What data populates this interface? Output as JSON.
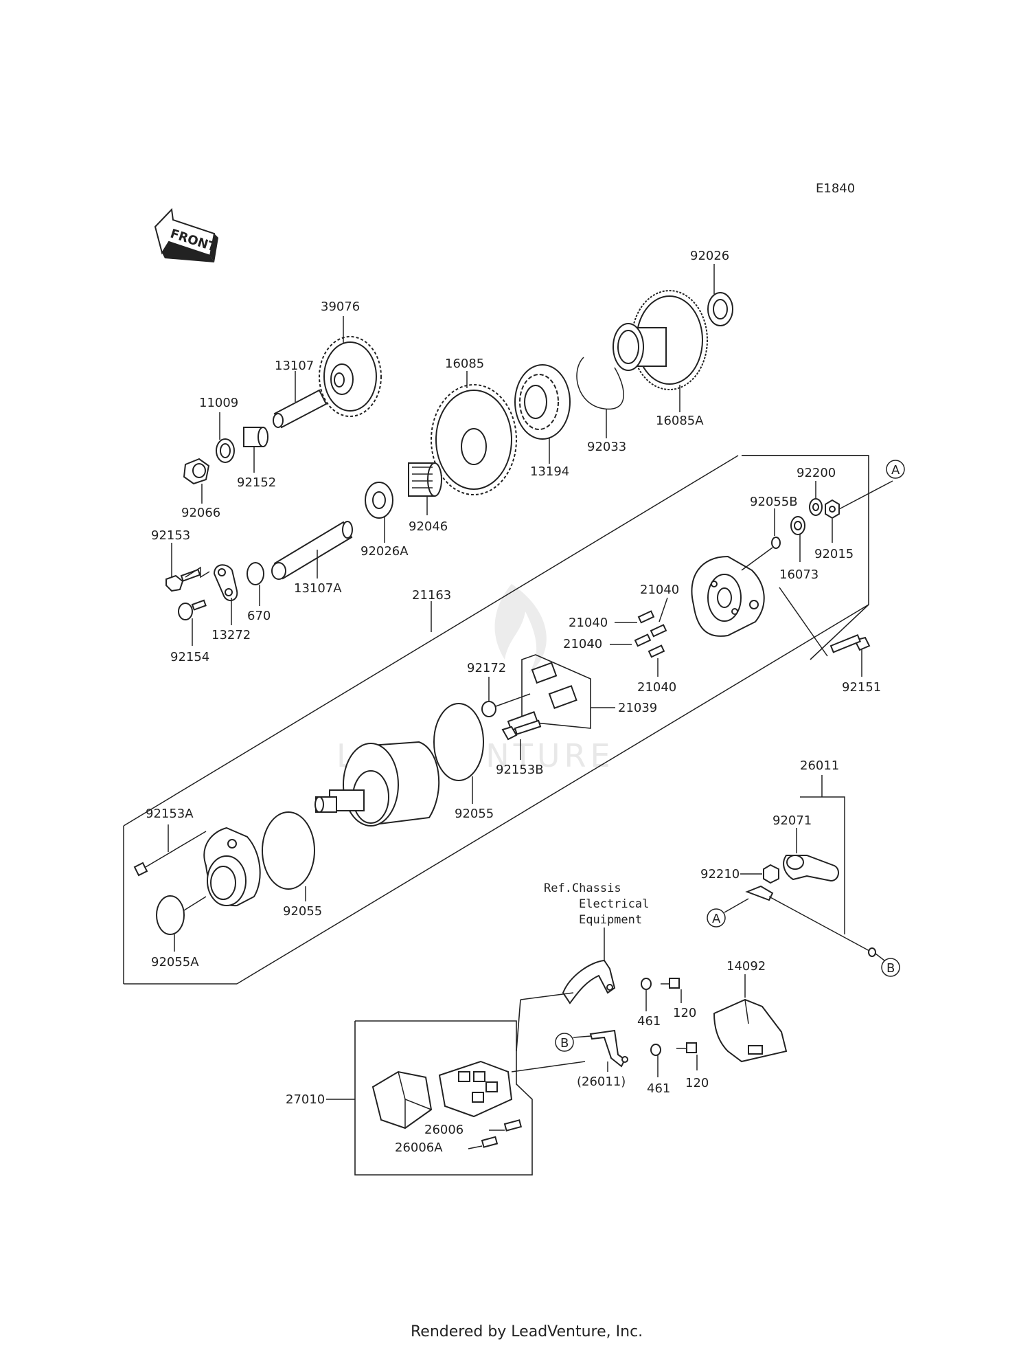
{
  "diagram_code": "E1840",
  "front_label": "FRONT",
  "watermark": "LEADVENTURE",
  "footer": "Rendered by LeadVenture, Inc.",
  "ref_note": [
    "Ref.Chassis",
    "Electrical",
    "Equipment"
  ],
  "callouts": {
    "A": "A",
    "B": "B"
  },
  "parts": {
    "p92026": "92026",
    "p39076": "39076",
    "p13107": "13107",
    "p16085": "16085",
    "p11009": "11009",
    "p92152": "92152",
    "p16085A": "16085A",
    "p92033": "92033",
    "p13194": "13194",
    "p92066": "92066",
    "p92200": "92200",
    "p92055B": "92055B",
    "p92046": "92046",
    "p92026A": "92026A",
    "p92153": "92153",
    "p92015": "92015",
    "p16073": "16073",
    "p670": "670",
    "p13107A": "13107A",
    "p21163": "21163",
    "p13272": "13272",
    "p92154": "92154",
    "p21040a": "21040",
    "p21040b": "21040",
    "p21040c": "21040",
    "p21040d": "21040",
    "p92172": "92172",
    "p21039": "21039",
    "p92151": "92151",
    "p92153B": "92153B",
    "p92055a": "92055",
    "p26011": "26011",
    "p92153A": "92153A",
    "p92071": "92071",
    "p92210": "92210",
    "p92055b": "92055",
    "p92055A": "92055A",
    "p14092": "14092",
    "p461a": "461",
    "p120a": "120",
    "p26011b": "(26011)",
    "p461b": "461",
    "p120b": "120",
    "p27010": "27010",
    "p26006": "26006",
    "p26006A": "26006A"
  }
}
